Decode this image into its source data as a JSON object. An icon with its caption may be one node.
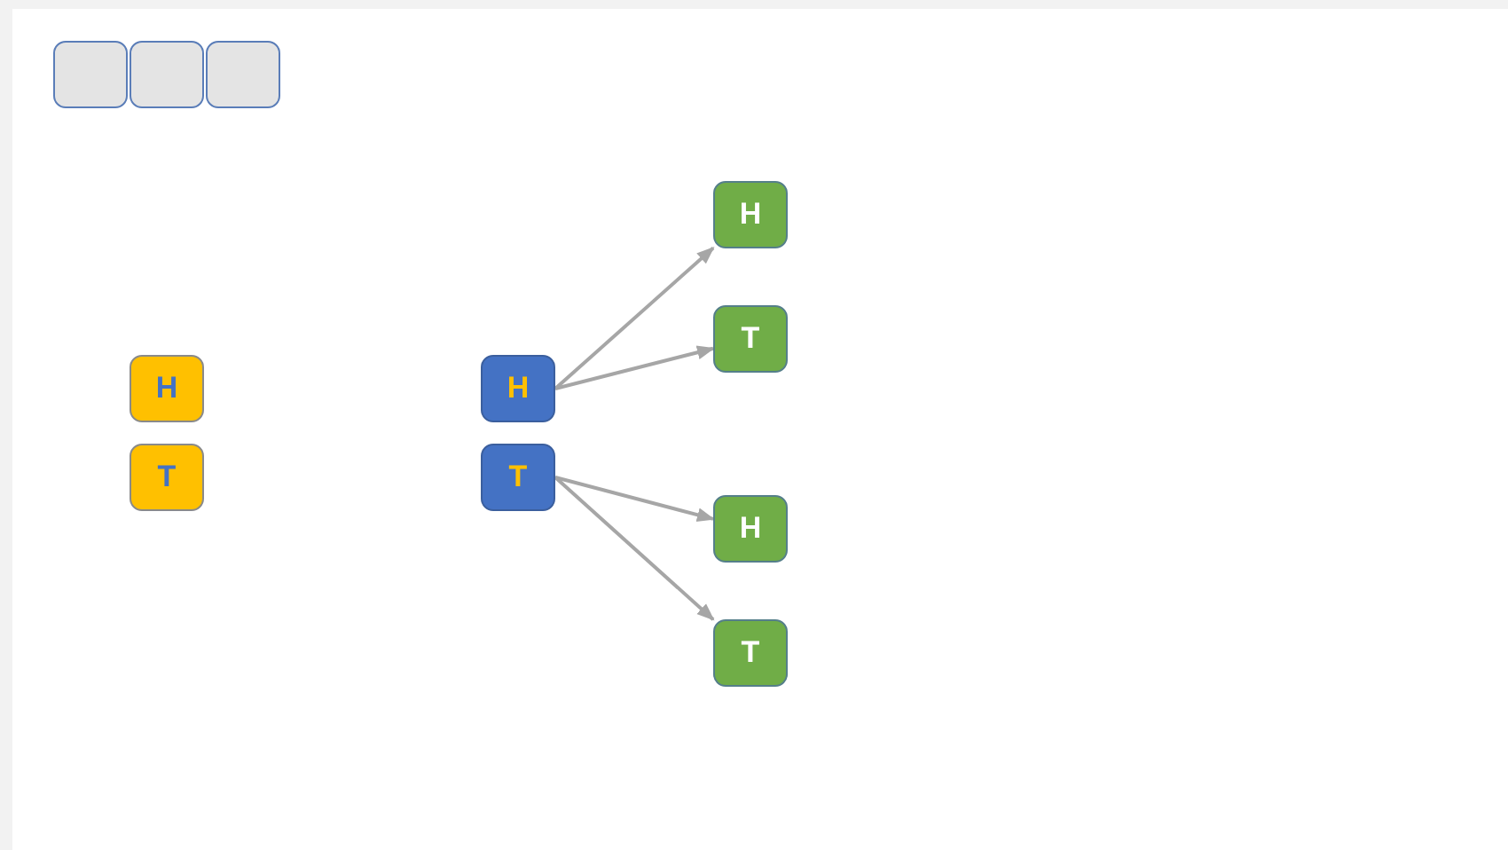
{
  "diagram": {
    "nodes": [
      {
        "text": [],
        "shape": "box"
      },
      {
        "text": [],
        "shape": "box"
      },
      {
        "text": [],
        "shape": "box"
      },
      {
        "text": [
          "H"
        ]
      },
      {
        "text": [
          "T"
        ]
      },
      {
        "text": [
          "H"
        ]
      },
      {
        "text": [
          "T"
        ]
      },
      {
        "text": [
          "H"
        ]
      },
      {
        "text": [
          "T"
        ]
      },
      {
        "text": [
          "H"
        ]
      },
      {
        "text": [
          "T"
        ]
      }
    ],
    "edges": [
      {
        "from": 5,
        "to": 7,
        "arrow": "to"
      },
      {
        "from": 5,
        "to": 8,
        "arrow": "to"
      },
      {
        "from": 6,
        "to": 9,
        "arrow": "to"
      },
      {
        "from": 6,
        "to": 10,
        "arrow": "to"
      }
    ]
  }
}
